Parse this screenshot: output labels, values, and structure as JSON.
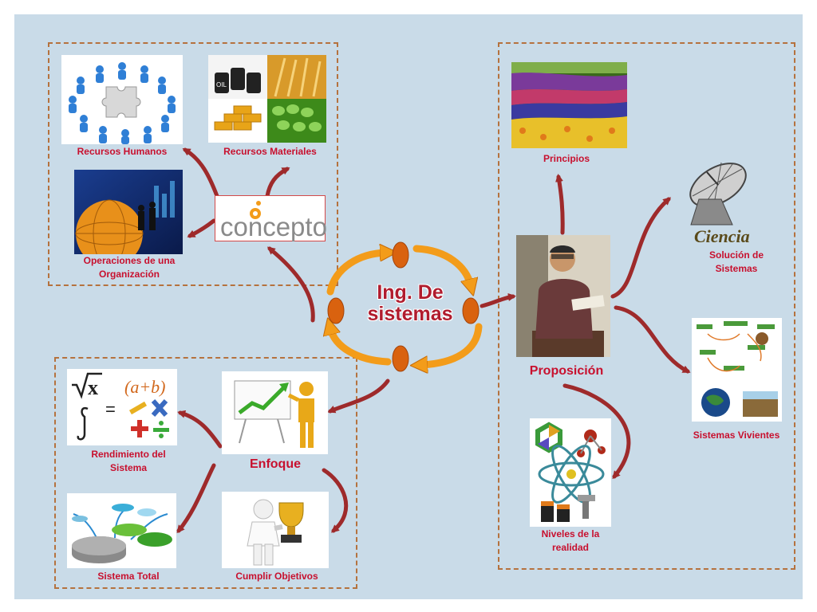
{
  "title": [
    "Ing. De",
    "sistemas"
  ],
  "concepto_logo": "concepto",
  "labels": {
    "recursos_humanos": "Recursos Humanos",
    "recursos_materiales": "Recursos Materiales",
    "operaciones": [
      "Operaciones de una",
      "Organización"
    ],
    "principios": "Principios",
    "solucion": [
      "Solución de",
      "Sistemas"
    ],
    "proposicion": "Proposición",
    "sistemas_vivientes": "Sistemas Vivientes",
    "niveles": [
      "Niveles de la",
      "realidad"
    ],
    "enfoque": "Enfoque",
    "rendimiento": [
      "Rendimiento del",
      "Sistema"
    ],
    "sistema_total": "Sistema Total",
    "cumplir": "Cumplir Objetivos"
  },
  "ciencia_text": "Ciencia",
  "math_text": {
    "sqrt_x": "x",
    "a_plus_b": "(a+b)",
    "equals": "="
  },
  "oil_text": "OIL",
  "colors": {
    "background": "#c9dbe8",
    "label": "#c8102e",
    "arrow": "#9e2a2b",
    "cycle": "#f39c1a",
    "frame": "#b5723e"
  }
}
